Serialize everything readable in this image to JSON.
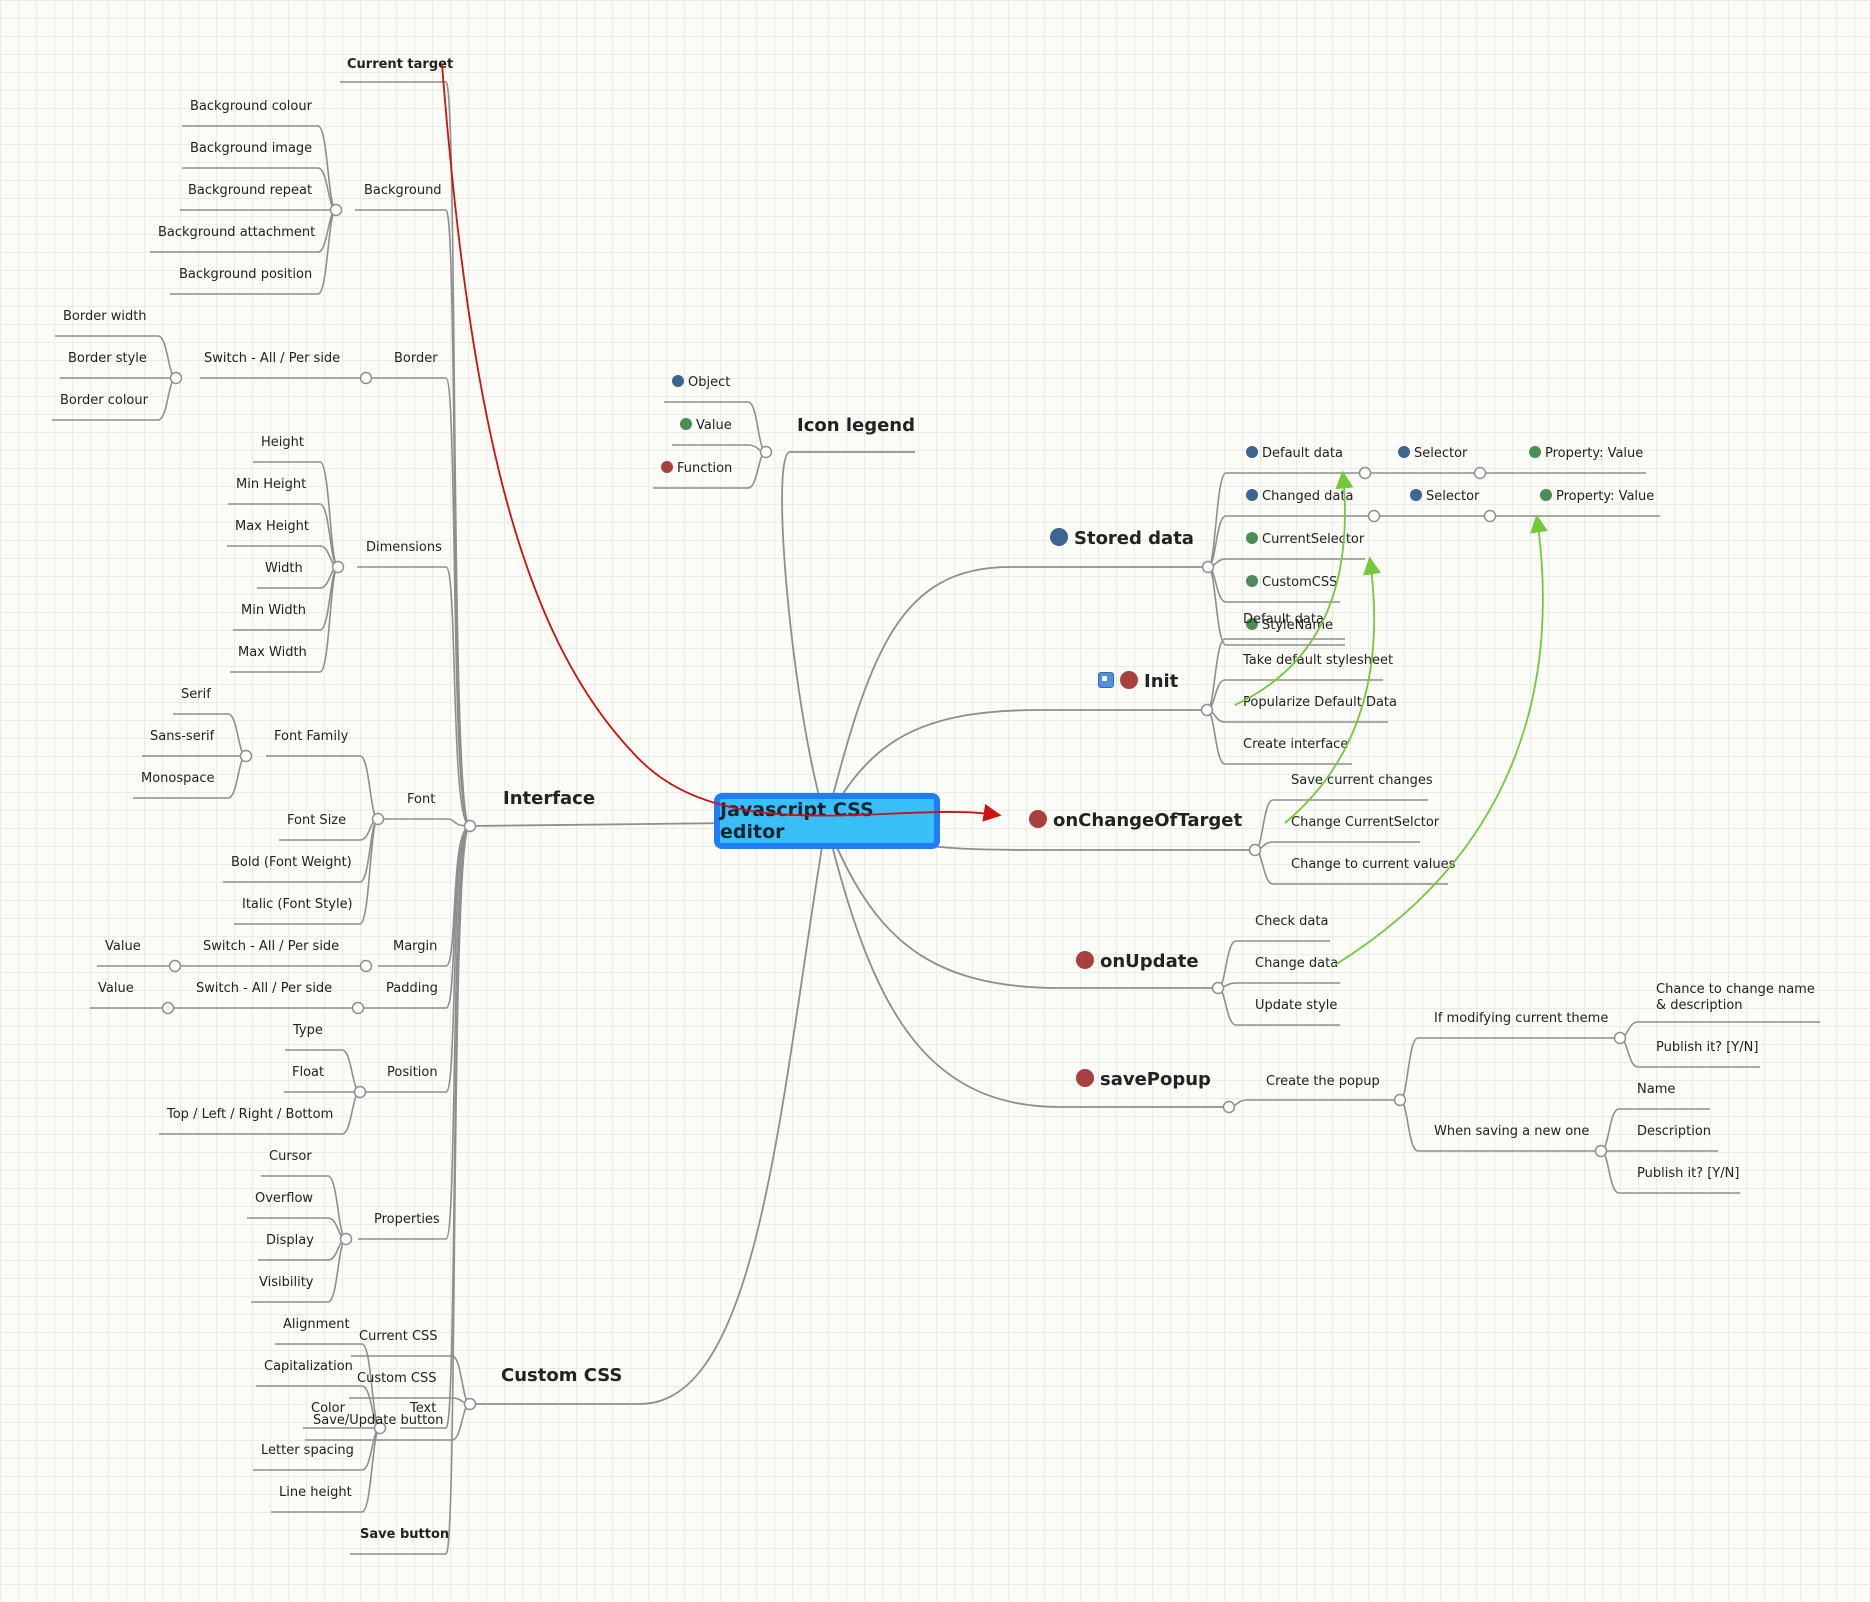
{
  "root": {
    "text": "Javascript CSS editor"
  },
  "colors": {
    "object": "#3d6591",
    "value": "#4c8c56",
    "function": "#a8413e",
    "edge": "#8e8e8e",
    "arrow_red": "#cc1212",
    "arrow_green": "#73c93a",
    "root_fill": "#39bff8",
    "root_border": "#1f7ef5"
  },
  "legend": {
    "title": "Icon legend",
    "object": "Object",
    "value": "Value",
    "function": "Function"
  },
  "interface": {
    "title": "Interface",
    "current_target": "Current target",
    "background": {
      "label": "Background",
      "items": [
        "Background colour",
        "Background image",
        "Background repeat",
        "Background attachment",
        "Background position"
      ]
    },
    "border": {
      "label": "Border",
      "switch": "Switch - All / Per side",
      "items": [
        "Border width",
        "Border style",
        "Border colour"
      ]
    },
    "dimensions": {
      "label": "Dimensions",
      "items": [
        "Height",
        "Min Height",
        "Max Height",
        "Width",
        "Min Width",
        "Max Width"
      ]
    },
    "font": {
      "label": "Font",
      "family": "Font Family",
      "family_items": [
        "Serif",
        "Sans-serif",
        "Monospace"
      ],
      "items": [
        "Font Size",
        "Bold (Font Weight)",
        "Italic (Font Style)"
      ]
    },
    "margin": {
      "label": "Margin",
      "switch": "Switch - All / Per side",
      "value": "Value"
    },
    "padding": {
      "label": "Padding",
      "switch": "Switch - All / Per side",
      "value": "Value"
    },
    "position": {
      "label": "Position",
      "items": [
        "Type",
        "Float",
        "Top / Left / Right / Bottom"
      ]
    },
    "properties": {
      "label": "Properties",
      "items": [
        "Cursor",
        "Overflow",
        "Display",
        "Visibility"
      ]
    },
    "text": {
      "label": "Text",
      "items": [
        "Alignment",
        "Capitalization",
        "Color",
        "Letter spacing",
        "Line height"
      ]
    },
    "save_button": "Save button"
  },
  "custom_css": {
    "title": "Custom CSS",
    "items": [
      "Current CSS",
      "Custom CSS",
      "Save/Update button"
    ]
  },
  "stored": {
    "title": "Stored data",
    "default_data": "Default data",
    "changed_data": "Changed data",
    "selector": "Selector",
    "property_value": "Property: Value",
    "current_selector": "CurrentSelector",
    "custom_css": "CustomCSS",
    "style_name": "StyleName"
  },
  "init": {
    "title": "Init",
    "items": [
      "Default data",
      "Take default stylesheet",
      "Popularize Default Data",
      "Create interface"
    ]
  },
  "onchange": {
    "title": "onChangeOfTarget",
    "items": [
      "Save current changes",
      "Change CurrentSelctor",
      "Change to current values"
    ]
  },
  "onupdate": {
    "title": "onUpdate",
    "items": [
      "Check data",
      "Change data",
      "Update style"
    ]
  },
  "savepopup": {
    "title": "savePopup",
    "create": "Create the popup",
    "modify": "If modifying current theme",
    "modify_items": [
      "Chance to change name & description",
      "Publish it? [Y/N]"
    ],
    "new": "When saving a new one",
    "new_items": [
      "Name",
      "Description",
      "Publish it? [Y/N]"
    ]
  }
}
